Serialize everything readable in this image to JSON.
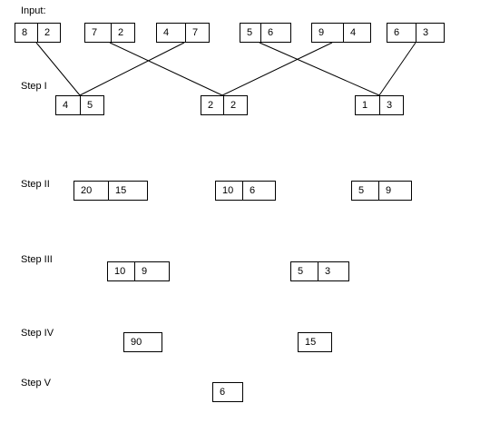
{
  "labels": {
    "input": "Input:",
    "step1": "Step I",
    "step2": "Step II",
    "step3": "Step III",
    "step4": "Step IV",
    "step5": "Step V"
  },
  "input": [
    [
      "8",
      "2"
    ],
    [
      "7",
      "2"
    ],
    [
      "4",
      "7"
    ],
    [
      "5",
      "6"
    ],
    [
      "9",
      "4"
    ],
    [
      "6",
      "3"
    ]
  ],
  "step1": [
    [
      "4",
      "5"
    ],
    [
      "2",
      "2"
    ],
    [
      "1",
      "3"
    ]
  ],
  "step2": [
    [
      "20",
      "15"
    ],
    [
      "10",
      "6"
    ],
    [
      "5",
      "9"
    ]
  ],
  "step3": [
    [
      "10",
      "9"
    ],
    [
      "5",
      "3"
    ]
  ],
  "step4": [
    [
      "90"
    ],
    [
      "15"
    ]
  ],
  "step5": [
    [
      "6"
    ]
  ]
}
